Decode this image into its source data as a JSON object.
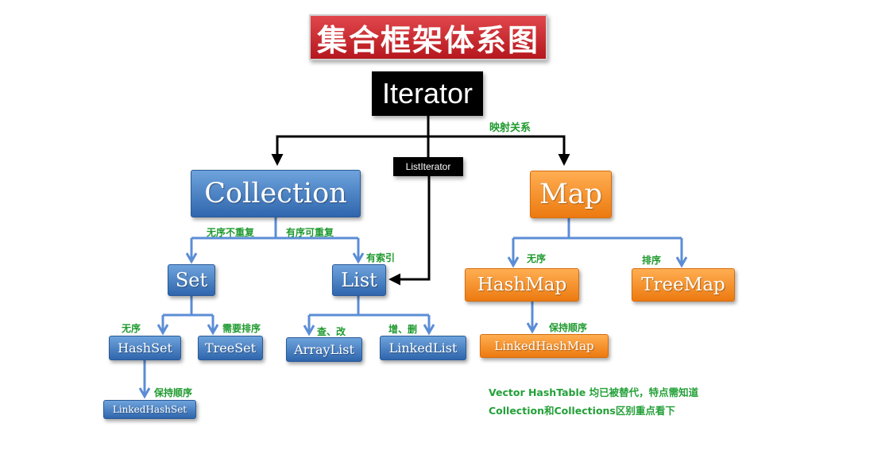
{
  "title": "集合框架体系图",
  "nodes": {
    "iterator": "Iterator",
    "list_iterator": "ListIterator",
    "collection": "Collection",
    "map": "Map",
    "set": "Set",
    "list": "List",
    "hashset": "HashSet",
    "treeset": "TreeSet",
    "arraylist": "ArrayList",
    "linkedlist": "LinkedList",
    "linkedhashset": "LinkedHashSet",
    "hashmap": "HashMap",
    "treemap": "TreeMap",
    "linkedhashmap": "LinkedHashMap"
  },
  "labels": {
    "mapping": "映射关系",
    "unordered_unique": "无序不重复",
    "ordered_repeatable": "有序可重复",
    "indexed": "有索引",
    "set_unordered": "无序",
    "needs_sorting": "需要排序",
    "search_modify": "查、改",
    "add_delete": "增、删",
    "keep_order_set": "保持顺序",
    "map_unordered": "无序",
    "sorted": "排序",
    "keep_order_map": "保持顺序"
  },
  "notes": [
    "Vector HashTable 均已被替代，特点需知道",
    "Collection和Collections区别重点看下"
  ],
  "colors": {
    "title_red": "#c9222a",
    "black_node": "#000000",
    "blue_node": "#3f7dc6",
    "orange_node": "#f4891f",
    "line_blue": "#5b8dd6",
    "line_black": "#000000",
    "label_green": "#1f9a2f"
  }
}
